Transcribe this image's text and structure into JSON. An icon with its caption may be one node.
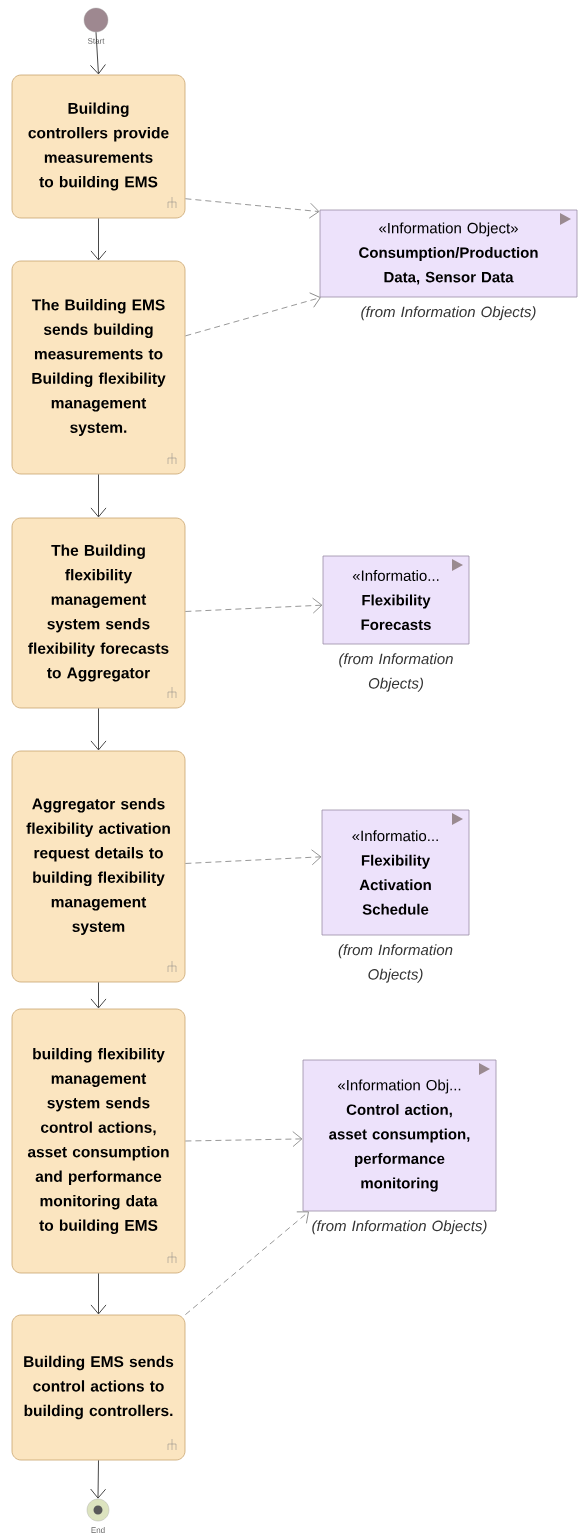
{
  "diagram": {
    "nodes": [
      {
        "text": [],
        "shape": "circle",
        "beside": [
          "Start"
        ]
      },
      {
        "text": [
          "Building controllers provide measurements to building EMS"
        ]
      },
      {
        "text": [
          "The Building EMS sends building measurements to Building flexibility management system."
        ]
      },
      {
        "text": [
          "«Information Object»",
          "Consumption/Production Data, Sensor Data"
        ],
        "beside": [
          "(from Information Objects)"
        ]
      },
      {
        "text": [
          "The Building flexibility management system sends flexibility forecasts to Aggregator"
        ]
      },
      {
        "text": [
          "«Informatio...",
          "Flexibility Forecasts"
        ],
        "beside": [
          "(from Information Objects)"
        ]
      },
      {
        "text": [
          "Aggregator sends flexibility activation request details to building flexibility management system"
        ]
      },
      {
        "text": [
          "«Informatio...",
          "Flexibility Activation Schedule"
        ],
        "beside": [
          "(from Information Objects)"
        ]
      },
      {
        "text": [
          "building flexibility management system sends control actions, asset consumption and performance monitoring data to building EMS"
        ]
      },
      {
        "text": [
          "«Information Obj...",
          "Control action, asset consumption, performance monitoring"
        ],
        "beside": [
          "(from Information Objects)"
        ]
      },
      {
        "text": [
          "Building EMS sends control actions to building controllers."
        ]
      },
      {
        "text": [],
        "shape": "circle",
        "beside": [
          "End"
        ]
      }
    ],
    "edges": [
      {
        "from": 0,
        "to": 1,
        "arrow": "to"
      },
      {
        "from": 1,
        "to": 2,
        "arrow": "to"
      },
      {
        "from": 2,
        "to": 4,
        "arrow": "to"
      },
      {
        "from": 4,
        "to": 6,
        "arrow": "to"
      },
      {
        "from": 6,
        "to": 8,
        "arrow": "to"
      },
      {
        "from": 8,
        "to": 10,
        "arrow": "to"
      },
      {
        "from": 10,
        "to": 11,
        "arrow": "to"
      },
      {
        "from": 1,
        "to": 3,
        "arrow": "to",
        "style": "dashed",
        "color": "#8c8c8c"
      },
      {
        "from": 2,
        "to": 3,
        "arrow": "to",
        "style": "dashed",
        "color": "#8c8c8c"
      },
      {
        "from": 4,
        "to": 5,
        "arrow": "to",
        "style": "dashed",
        "color": "#8c8c8c"
      },
      {
        "from": 6,
        "to": 7,
        "arrow": "to",
        "style": "dashed",
        "color": "#8c8c8c"
      },
      {
        "from": 8,
        "to": 9,
        "arrow": "to",
        "style": "dashed",
        "color": "#8c8c8c"
      },
      {
        "from": 10,
        "to": 9,
        "arrow": "to",
        "style": "dashed",
        "color": "#8c8c8c"
      }
    ]
  }
}
